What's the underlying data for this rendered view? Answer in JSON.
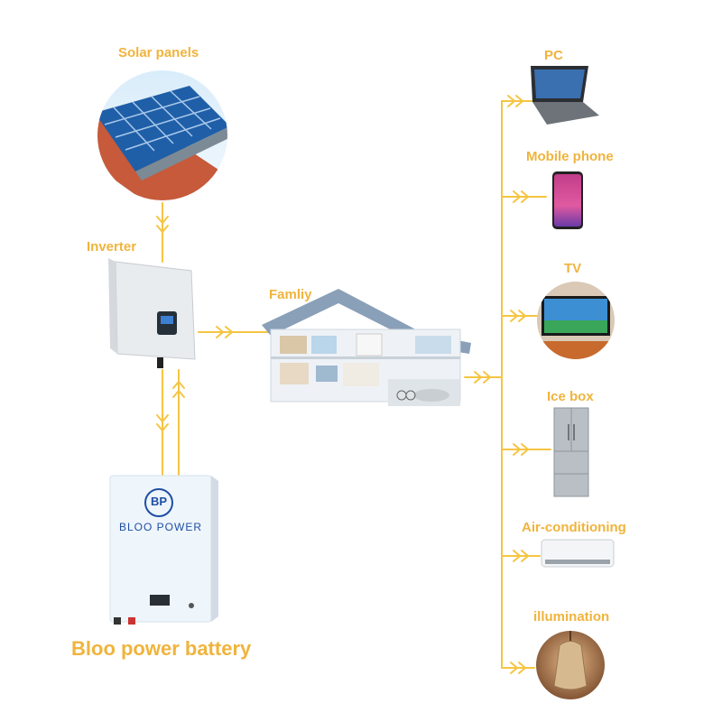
{
  "labels": {
    "solar": "Solar panels",
    "inverter": "Inverter",
    "family": "Famliy",
    "pc": "PC",
    "phone": "Mobile phone",
    "tv": "TV",
    "icebox": "Ice box",
    "aircon": "Air-conditioning",
    "illumination": "illumination"
  },
  "battery": {
    "title": "Bloo power battery",
    "brand": "BLOO POWER",
    "logo": "BP"
  },
  "colors": {
    "accent": "#f0b43c",
    "line": "#f5c542"
  }
}
